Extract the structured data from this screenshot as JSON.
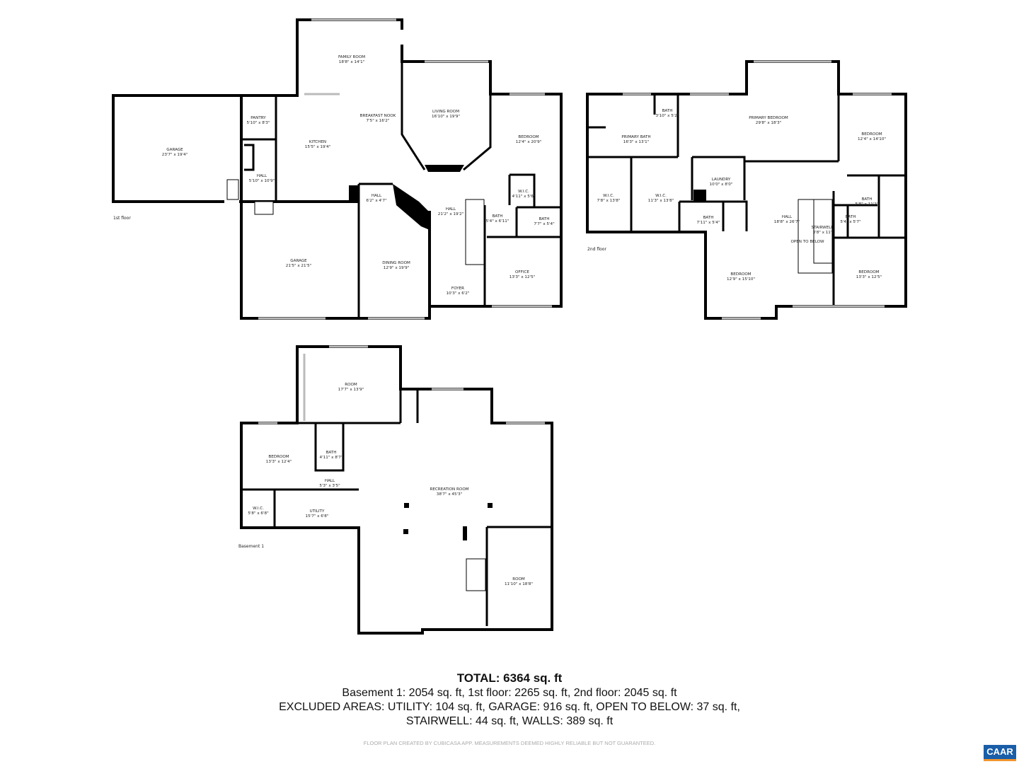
{
  "floors": [
    {
      "label": "1st floor",
      "rooms": [
        {
          "name": "GARAGE",
          "dims": "23'7\" x 19'4\""
        },
        {
          "name": "PANTRY",
          "dims": "5'10\" x 8'3\""
        },
        {
          "name": "HALL",
          "dims": "5'10\" x 10'9\""
        },
        {
          "name": "FAMILY ROOM",
          "dims": "18'8\" x 14'1\""
        },
        {
          "name": "KITCHEN",
          "dims": "15'5\" x 19'4\""
        },
        {
          "name": "BREAKFAST NOOK",
          "dims": "7'5\" x 16'2\""
        },
        {
          "name": "LIVING ROOM",
          "dims": "16'10\" x 19'9\""
        },
        {
          "name": "BEDROOM",
          "dims": "12'4\" x 20'9\""
        },
        {
          "name": "W.I.C.",
          "dims": "4'11\" x 5'6\""
        },
        {
          "name": "HALL",
          "dims": "6'2\" x 4'7\""
        },
        {
          "name": "HALL",
          "dims": "21'2\" x 19'2\""
        },
        {
          "name": "BATH",
          "dims": "5'4\" x 6'11\""
        },
        {
          "name": "BATH",
          "dims": "7'7\" x 5'4\""
        },
        {
          "name": "GARAGE",
          "dims": "21'5\" x 21'5\""
        },
        {
          "name": "DINING ROOM",
          "dims": "12'9\" x 19'9\""
        },
        {
          "name": "FOYER",
          "dims": "10'3\" x 6'2\""
        },
        {
          "name": "OFFICE",
          "dims": "13'3\" x 12'5\""
        }
      ]
    },
    {
      "label": "2nd floor",
      "rooms": [
        {
          "name": "BATH",
          "dims": "3'10\" x 5'2\""
        },
        {
          "name": "PRIMARY BATH",
          "dims": "16'3\" x 13'1\""
        },
        {
          "name": "PRIMARY BEDROOM",
          "dims": "29'8\" x 18'3\""
        },
        {
          "name": "BEDROOM",
          "dims": "12'4\" x 14'10\""
        },
        {
          "name": "W.I.C.",
          "dims": "7'8\" x 13'8\""
        },
        {
          "name": "W.I.C.",
          "dims": "11'3\" x 13'8\""
        },
        {
          "name": "LAUNDRY",
          "dims": "10'0\" x 8'0\""
        },
        {
          "name": "BATH",
          "dims": "5'8\" x 11'2\""
        },
        {
          "name": "BATH",
          "dims": "7'11\" x 5'4\""
        },
        {
          "name": "HALL",
          "dims": "18'8\" x 26'7\""
        },
        {
          "name": "STAIRWELL",
          "dims": "3'8\" x 11'"
        },
        {
          "name": "BATH",
          "dims": "5'4\" x 5'7\""
        },
        {
          "name": "OPEN TO BELOW",
          "dims": ""
        },
        {
          "name": "BEDROOM",
          "dims": "12'9\" x 15'10\""
        },
        {
          "name": "BEDROOM",
          "dims": "13'3\" x 12'5\""
        }
      ]
    },
    {
      "label": "Basement 1",
      "rooms": [
        {
          "name": "ROOM",
          "dims": "17'7\" x 13'9\""
        },
        {
          "name": "BEDROOM",
          "dims": "13'3\" x 12'4\""
        },
        {
          "name": "BATH",
          "dims": "4'11\" x 8'7\""
        },
        {
          "name": "HALL",
          "dims": "5'3\" x 3'5\""
        },
        {
          "name": "RECREATION ROOM",
          "dims": "38'7\" x 45'3\""
        },
        {
          "name": "W.I.C.",
          "dims": "5'8\" x 6'8\""
        },
        {
          "name": "UTILITY",
          "dims": "15'7\" x 6'8\""
        },
        {
          "name": "ROOM",
          "dims": "11'10\" x 18'8\""
        }
      ]
    }
  ],
  "summary": {
    "total": "TOTAL: 6364 sq. ft",
    "floors_line": "Basement 1: 2054 sq. ft, 1st floor: 2265 sq. ft, 2nd floor: 2045 sq. ft",
    "excluded_line1": "EXCLUDED AREAS: UTILITY: 104 sq. ft, GARAGE: 916 sq. ft, OPEN TO BELOW: 37 sq. ft,",
    "excluded_line2": "STAIRWELL: 44 sq. ft, WALLS: 389 sq. ft"
  },
  "disclaimer": "FLOOR PLAN CREATED BY CUBICASA APP. MEASUREMENTS DEEMED HIGHLY RELIABLE BUT NOT GUARANTEED.",
  "logo": {
    "text": "CAAR",
    "color": "#1a5ea8",
    "accent": "#f0962e"
  }
}
